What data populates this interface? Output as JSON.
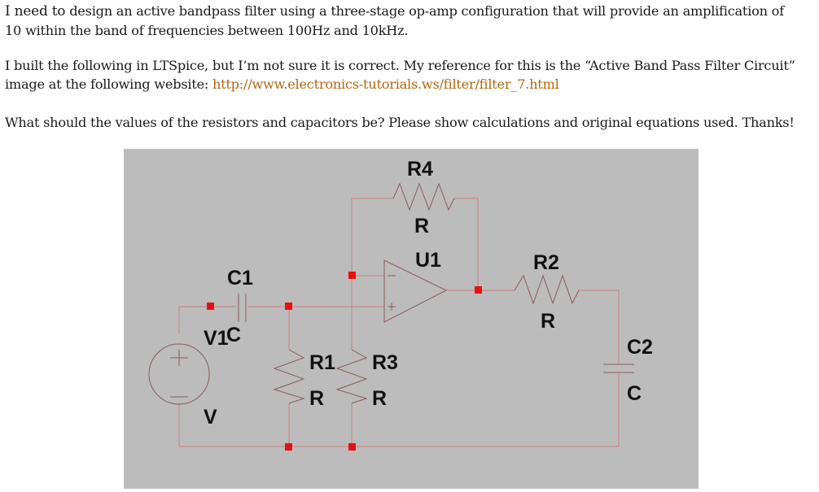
{
  "question": {
    "paragraph1": {
      "lead": "I need to",
      "line1_rest": " design an active bandpass filter using a three-stage op-amp configuration that will provide an amplification of",
      "line2": "10 within the band of frequencies between 100Hz and 10kHz."
    },
    "paragraph2": {
      "line1": "I built the following in LTSpice, but I’m not sure it is correct. My reference for this is the “Active Band Pass Filter Circuit”",
      "line2_prefix": "image at the following website: ",
      "link": "http://www.electronics-tutorials.ws/filter/filter_7.html"
    },
    "paragraph3": "What should the values of the resistors and capacitors be? Please show calculations and original equations used. Thanks!"
  },
  "schematic": {
    "colors": {
      "background": "#bcbcbc",
      "wire": "#c88a8a",
      "node": "#e8100f"
    },
    "components": {
      "R4": {
        "name": "R4",
        "value": "R"
      },
      "U1": {
        "name": "U1"
      },
      "R2": {
        "name": "R2",
        "value": "R"
      },
      "C1": {
        "name": "C1",
        "value": "C"
      },
      "V1": {
        "name": "V1",
        "value": "V"
      },
      "R1": {
        "name": "R1",
        "value": "R"
      },
      "R3": {
        "name": "R3",
        "value": "R"
      },
      "C2": {
        "name": "C2",
        "value": "C"
      }
    }
  }
}
